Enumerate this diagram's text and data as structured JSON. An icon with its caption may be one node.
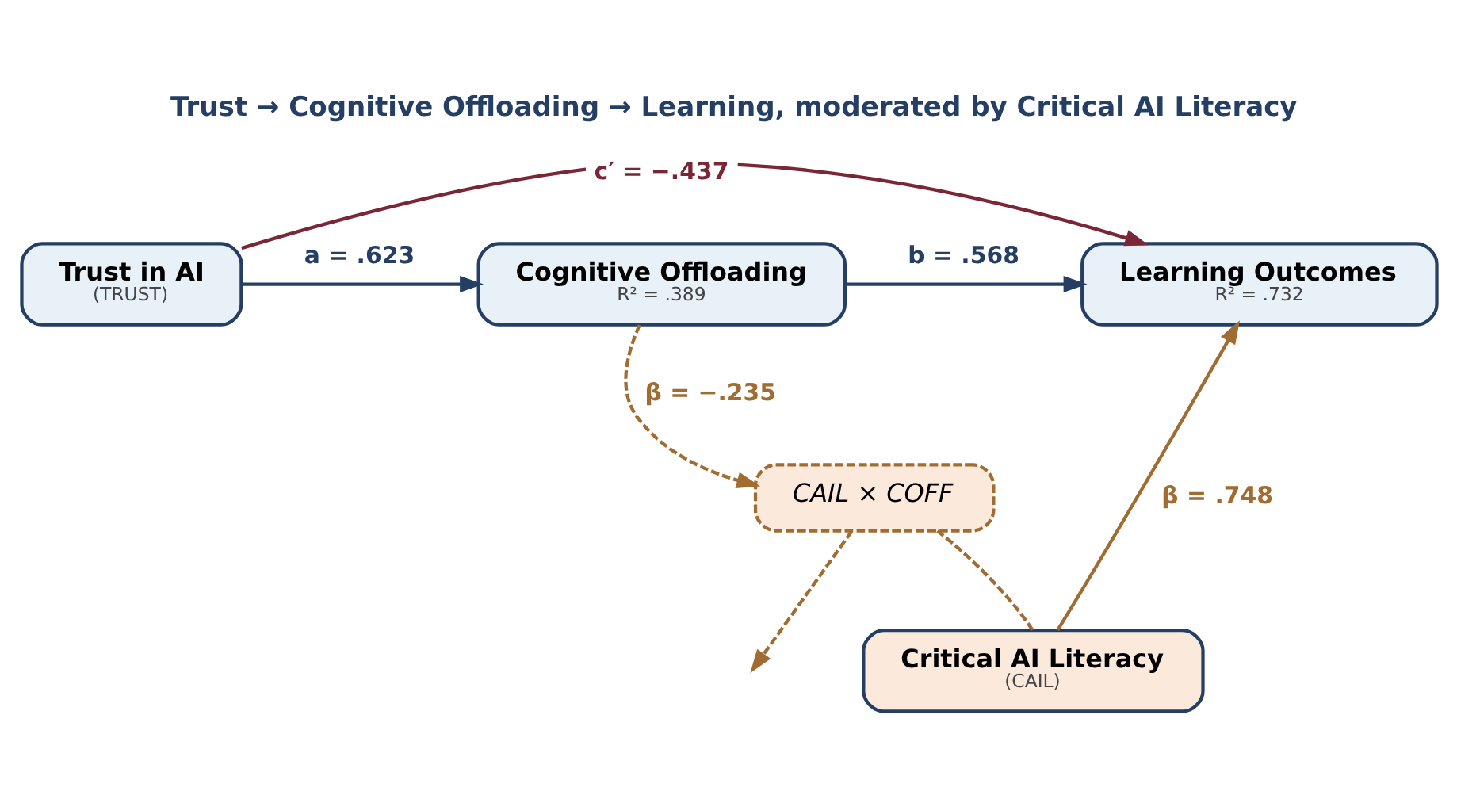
{
  "diagram": {
    "title": "Trust → Cognitive Offloading → Learning, moderated by Critical AI Literacy",
    "nodes": [
      {
        "text": [
          "Trust in AI",
          "(TRUST)"
        ]
      },
      {
        "text": [
          "Cognitive Offloading",
          "R² = .389"
        ]
      },
      {
        "text": [
          "Learning Outcomes",
          "R² = .732"
        ]
      },
      {
        "text": [
          "CAIL × COFF"
        ]
      },
      {
        "text": [
          "Critical AI Literacy",
          "(CAIL)"
        ]
      }
    ],
    "edges": [
      {
        "from": 0,
        "to": 2,
        "arrow": "to",
        "label": "c′ = −.437",
        "color": "#7b2636"
      },
      {
        "from": 0,
        "to": 1,
        "arrow": "to",
        "label": "a = .623",
        "color": "#243f63"
      },
      {
        "from": 1,
        "to": 2,
        "arrow": "to",
        "label": "b = .568",
        "color": "#243f63"
      },
      {
        "from": 1,
        "to": 3,
        "arrow": "to",
        "label": "β = −.235",
        "style": "dashed",
        "color": "#a06c32"
      },
      {
        "from": 3,
        "to": null,
        "arrow": "to",
        "style": "dashed",
        "color": "#a06c32"
      },
      {
        "from": 4,
        "to": 3,
        "arrow": "none",
        "style": "dashed",
        "color": "#a06c32"
      },
      {
        "from": 4,
        "to": 2,
        "arrow": "to",
        "label": "β = .748",
        "color": "#a06c32"
      }
    ]
  }
}
